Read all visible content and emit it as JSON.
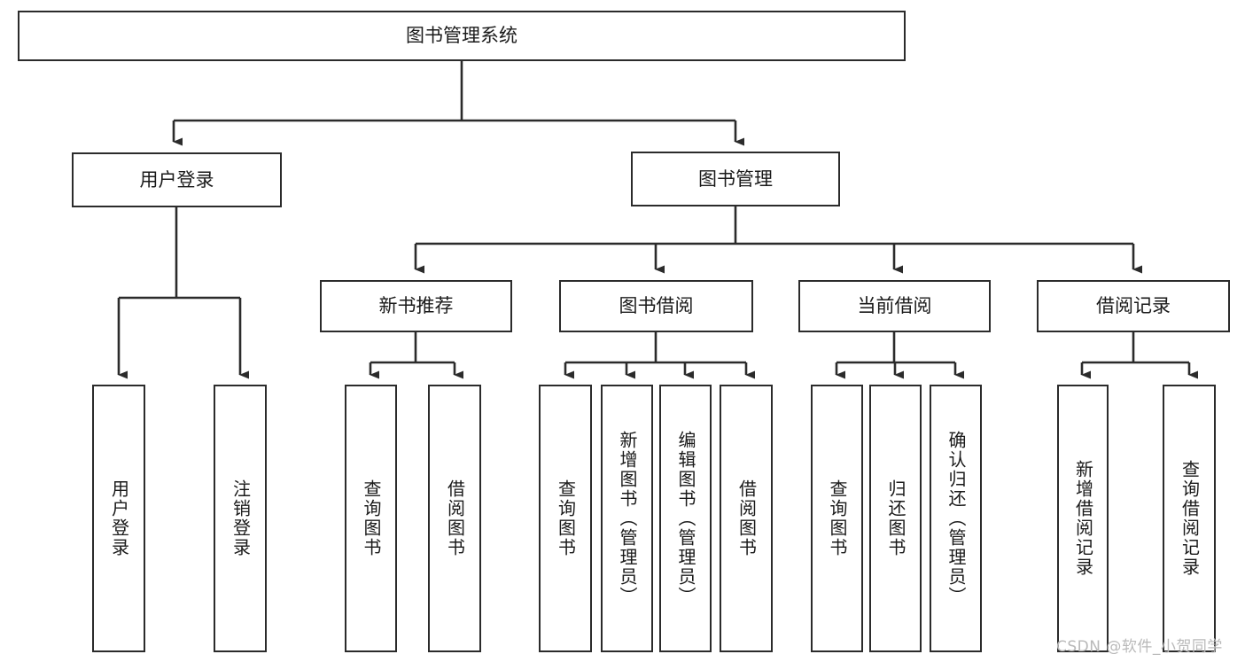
{
  "diagram": {
    "type": "tree-hierarchy",
    "title": "图书管理系统",
    "watermark": "CSDN @软件_小贺同学",
    "colors": {
      "box_border": "#2b2b2b",
      "box_fill": "#ffffff",
      "connector": "#2b2b2b",
      "text": "#1a1a1a",
      "watermark": "#b9b9b9"
    },
    "nodes": {
      "root": {
        "label": "图书管理系统"
      },
      "level2": [
        {
          "label": "用户登录"
        },
        {
          "label": "图书管理"
        }
      ],
      "level3": [
        {
          "label": "新书推荐"
        },
        {
          "label": "图书借阅"
        },
        {
          "label": "当前借阅"
        },
        {
          "label": "借阅记录"
        }
      ],
      "leaves": {
        "user_login": [
          {
            "label": "用户登录"
          },
          {
            "label": "注销登录"
          }
        ],
        "new_book_recommend": [
          {
            "label": "查询图书"
          },
          {
            "label": "借阅图书"
          }
        ],
        "book_borrow": [
          {
            "label": "查询图书"
          },
          {
            "label": "新增图书（管理员）"
          },
          {
            "label": "编辑图书（管理员）"
          },
          {
            "label": "借阅图书"
          }
        ],
        "current_borrow": [
          {
            "label": "查询图书"
          },
          {
            "label": "归还图书"
          },
          {
            "label": "确认归还（管理员）"
          }
        ],
        "borrow_record": [
          {
            "label": "新增借阅记录"
          },
          {
            "label": "查询借阅记录"
          }
        ]
      }
    }
  }
}
